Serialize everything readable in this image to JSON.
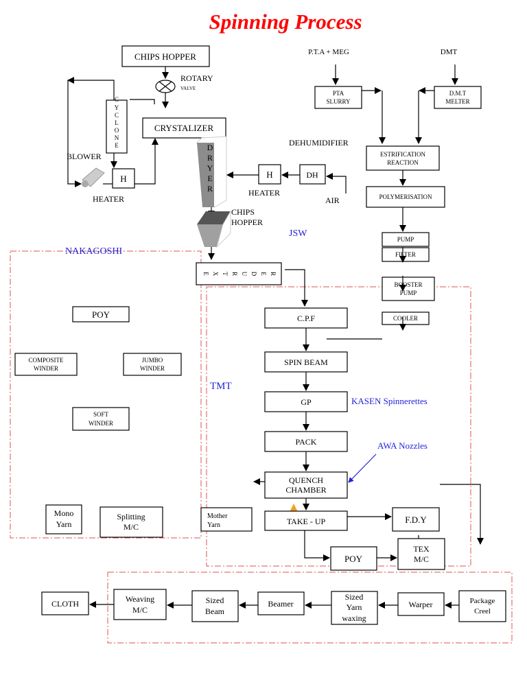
{
  "title": "Spinning Process",
  "colors": {
    "title": "#ff0000",
    "labels": "#2323d8",
    "region_border": "#e05050"
  },
  "chips_prep": {
    "chips_hopper": "CHIPS HOPPER",
    "rotary_valve": "ROTARY",
    "rotary_valve_2": "VALVE",
    "cyclone": [
      "C",
      "Y",
      "C",
      "L",
      "O",
      "N",
      "E"
    ],
    "crystalizer": "CRYSTALIZER",
    "blower": "BLOWER",
    "heater_box": "H",
    "heater_label": "HEATER",
    "dryer": [
      "D",
      "R",
      "Y",
      "E",
      "R"
    ],
    "chips_hopper_2a": "CHIPS",
    "chips_hopper_2b": "HOPPER",
    "heater2_box": "H",
    "heater2_label": "HEATER",
    "dehumidifier": "DEHUMIDIFIER",
    "dh_box": "DH",
    "air": "AIR",
    "extruder": [
      "E",
      "X",
      "T",
      "R",
      "U",
      "D",
      "E",
      "R"
    ]
  },
  "polymer": {
    "pta_meg": "P.T.A + MEG",
    "dmt": "DMT",
    "pta_slurry": [
      "PTA",
      "SLURRY"
    ],
    "dmt_melter": [
      "D.M.T",
      "MELTER"
    ],
    "estrification": [
      "ESTRIFICATION",
      "REACTION"
    ],
    "polymerisation": "POLYMERISATION",
    "pump": "PUMP",
    "filter": "FILTER",
    "booster_pump": [
      "BOOSTER",
      "PUMP"
    ],
    "cooler": "COOLER"
  },
  "regions": {
    "jsw": "JSW",
    "nakagoshi": "NAKAGOSHI",
    "tmt": "TMT"
  },
  "nakagoshi": {
    "poy": "POY",
    "composite_winder": [
      "COMPOSITE",
      "WINDER"
    ],
    "jumbo_winder": [
      "JUMBO",
      "WINDER"
    ],
    "soft_winder": [
      "SOFT",
      "WINDER"
    ],
    "mono_yarn": [
      "Mono",
      "Yarn"
    ],
    "splitting": [
      "Splitting",
      "M/C"
    ]
  },
  "tmt": {
    "cpf": "C.P.F",
    "spin_beam": "SPIN BEAM",
    "gp": "GP",
    "pack": "PACK",
    "quench": [
      "QUENCH",
      "CHAMBER"
    ],
    "take_up": "TAKE - UP",
    "fdy": "F.D.Y",
    "poy": "POY",
    "tex": [
      "TEX",
      "M/C"
    ],
    "mother_yarn": [
      "Mother",
      "Yarn"
    ],
    "kasen": "KASEN Spinnerettes",
    "awa": "AWA Nozzles"
  },
  "weaving": {
    "package_creel": [
      "Package",
      "Creel"
    ],
    "warper": "Warper",
    "sized_yarn": [
      "Sized",
      "Yarn",
      "waxing"
    ],
    "beamer": "Beamer",
    "sized_beam": [
      "Sized",
      "Beam"
    ],
    "weaving_mc": [
      "Weaving",
      "M/C"
    ],
    "cloth": "CLOTH"
  }
}
